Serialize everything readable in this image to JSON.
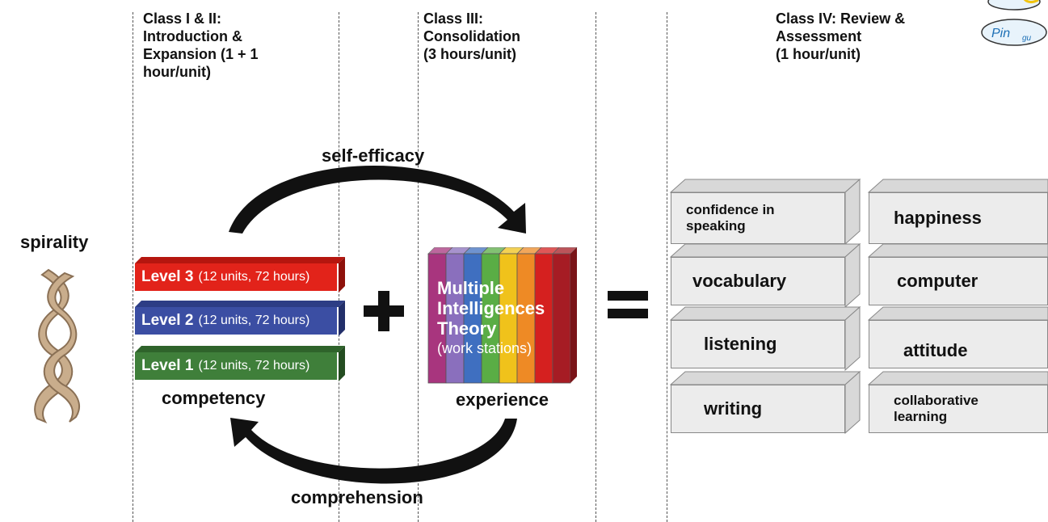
{
  "columns": {
    "class_1_2": "Class I & II:\nIntroduction &\nExpansion (1 + 1\nhour/unit)",
    "class_3": "Class III:\nConsolidation\n(3 hours/unit)",
    "class_4": "Class IV: Review &\nAssessment\n(1 hour/unit)"
  },
  "cycle": {
    "top": "self-efficacy",
    "bottom": "comprehension"
  },
  "left": {
    "spirality": "spirality",
    "competency": "competency"
  },
  "levels": [
    {
      "name": "Level 3",
      "detail": "(12 units, 72 hours)",
      "color": "#e2231a"
    },
    {
      "name": "Level 2",
      "detail": "(12 units, 72 hours)",
      "color": "#3b4ea3"
    },
    {
      "name": "Level 1",
      "detail": "(12 units, 72 hours)",
      "color": "#3f7f3a"
    }
  ],
  "middle": {
    "title": "Multiple\nIntelligences\nTheory",
    "subtitle": "(work stations)",
    "experience": "experience",
    "stripe_colors": [
      "#a8357e",
      "#8a6fbd",
      "#3f6fc0",
      "#5aad45",
      "#f0c21b",
      "#ee8a25",
      "#d5201f",
      "#a61c24"
    ]
  },
  "operators": {
    "plus": "+",
    "equals": "="
  },
  "outcomes": [
    {
      "label": "confidence in\nspeaking"
    },
    {
      "label": "happiness"
    },
    {
      "label": "vocabulary"
    },
    {
      "label": "computer"
    },
    {
      "label": "listening"
    },
    {
      "label": "attitude"
    },
    {
      "label": "writing"
    },
    {
      "label": "collaborative\nlearning"
    }
  ],
  "logo": {
    "text": "Pin"
  }
}
